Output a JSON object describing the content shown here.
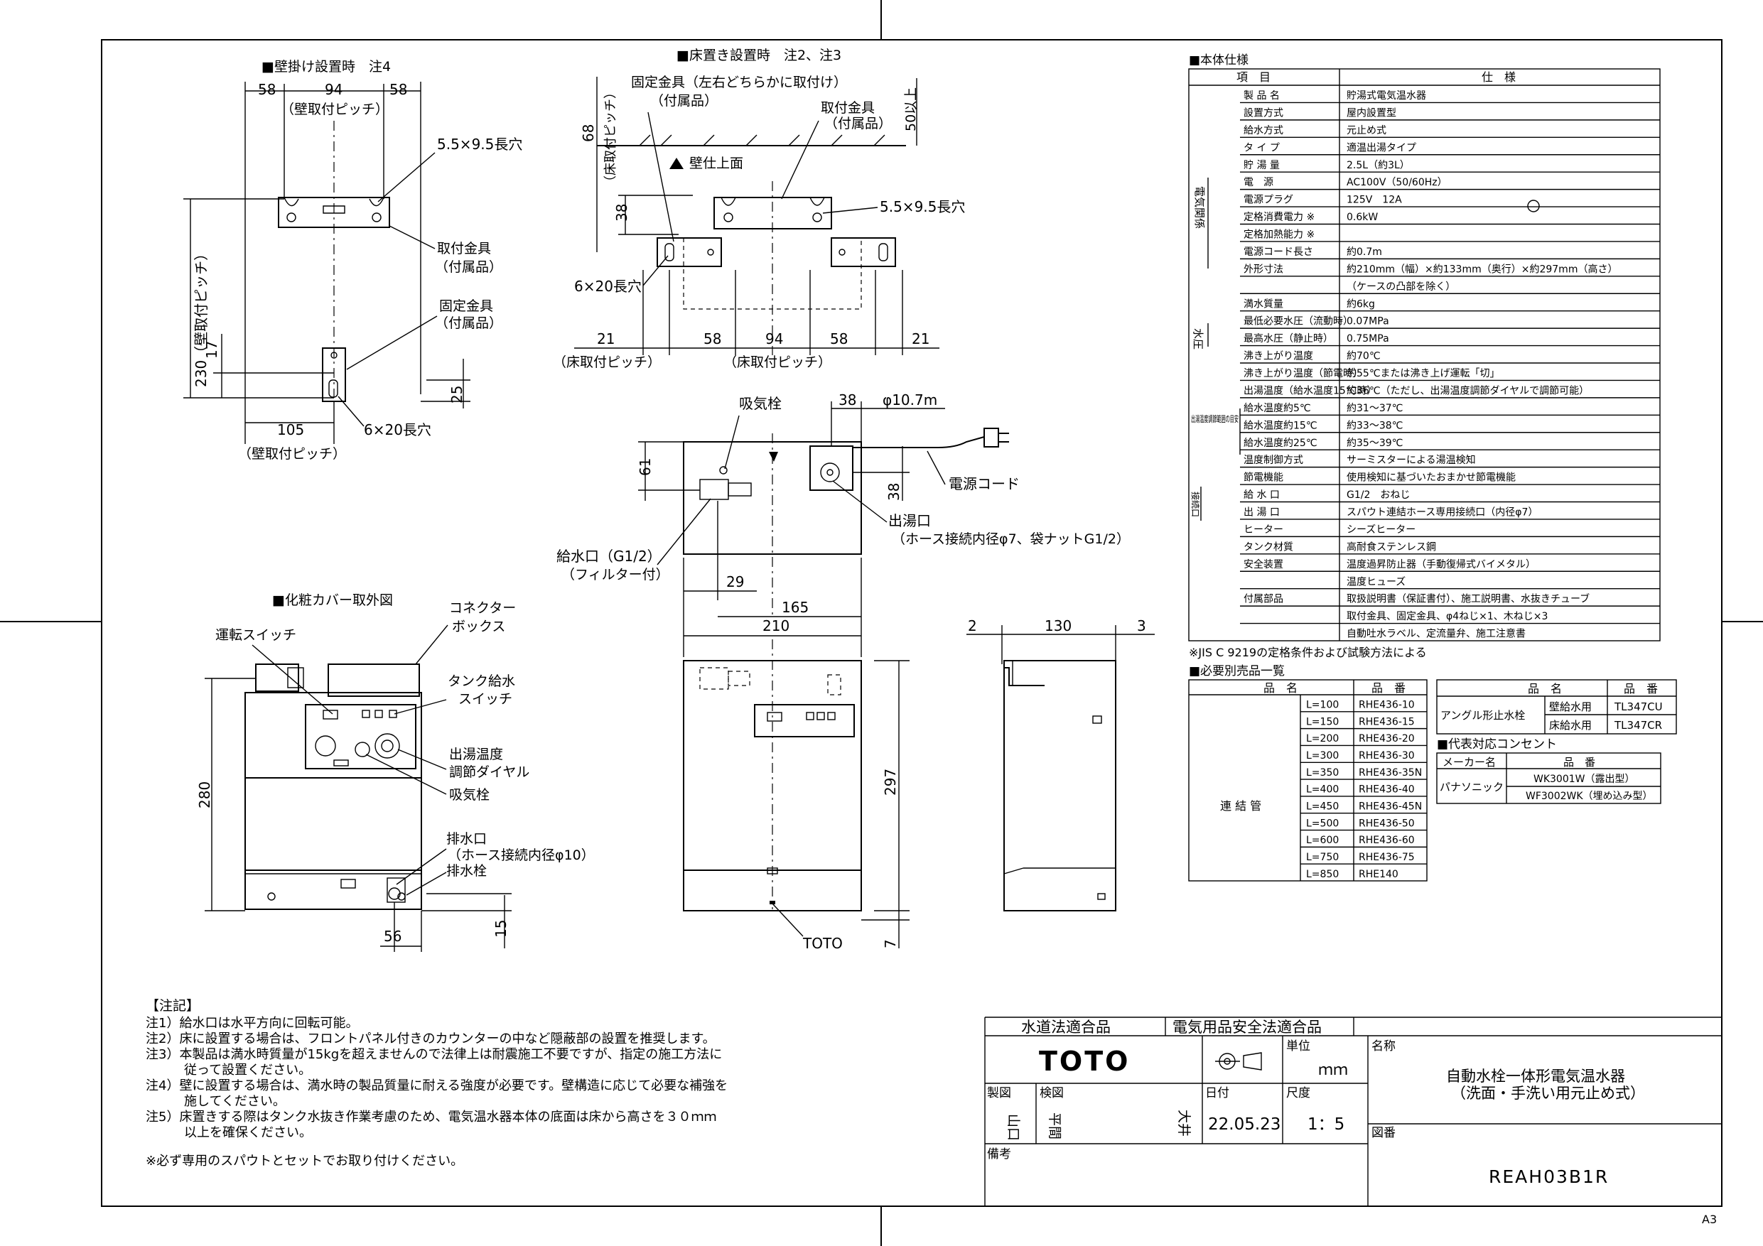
{
  "views": {
    "wall": {
      "title": "■壁掛け設置時　注4",
      "dim_58_left": "58",
      "dim_94": "94",
      "dim_58_right": "58",
      "pitch_top": "（壁取付ピッチ）",
      "slot_top": "5.5×9.5長穴",
      "bracket": "取付金具",
      "bracket_sub": "（付属品）",
      "fix_bracket": "固定金具",
      "fix_bracket_sub": "（付属品）",
      "dim_230": "230（壁取付ピッチ）",
      "dim_17": "17",
      "dim_25": "25",
      "dim_105": "105",
      "slot_bottom": "6×20長穴",
      "pitch_bottom": "（壁取付ピッチ）"
    },
    "floor": {
      "title": "■床置き設置時　注2、注3",
      "fix_bracket": "固定金具（左右どちらかに取付け）",
      "fix_bracket_sub": "（付属品）",
      "bracket": "取付金具",
      "bracket_sub": "（付属品）",
      "wall_surface": "壁仕上面",
      "dim_68": "68",
      "dim_68_sub": "（床取付ピッチ）",
      "dim_38": "38",
      "dim_50": "50以上",
      "slot_top": "5.5×9.5長穴",
      "slot_bottom": "6×20長穴",
      "dim_21_left": "21",
      "dim_58_left": "58",
      "dim_94": "94",
      "dim_58_right": "58",
      "dim_21_right": "21",
      "pitch_left": "（床取付ピッチ）",
      "pitch_center": "（床取付ピッチ）"
    },
    "top": {
      "air_valve": "吸気栓",
      "dim_38": "38",
      "cord_dia": "φ10.7m",
      "dim_61": "61",
      "dim_38_side": "38",
      "cord": "電源コード",
      "outlet": "出湯口",
      "outlet_sub": "（ホース接続内径φ7、袋ナットG1/2）",
      "inlet": "給水口（G1/2）",
      "inlet_sub": "（フィルター付）",
      "dim_29": "29",
      "dim_165": "165"
    },
    "front": {
      "dim_210": "210",
      "dim_297": "297",
      "dim_7": "7",
      "brand": "TOTO"
    },
    "side": {
      "dim_2": "2",
      "dim_130": "130",
      "dim_3": "3"
    },
    "cover": {
      "title": "■化粧カバー取外図",
      "connector": "コネクター",
      "connector_2": "ボックス",
      "run_switch": "運転スイッチ",
      "tank_switch": "タンク給水",
      "tank_switch_2": "スイッチ",
      "dial": "出湯温度",
      "dial_2": "調節ダイヤル",
      "air_valve": "吸気栓",
      "drain": "排水口",
      "drain_sub": "（ホース接続内径φ10）",
      "drain_valve": "排水栓",
      "dim_280": "280",
      "dim_56": "56",
      "dim_15": "15"
    }
  },
  "spec": {
    "title": "■本体仕様",
    "header": [
      "項　目",
      "仕　様"
    ],
    "rows": [
      [
        "製 品 名",
        "貯湯式電気温水器"
      ],
      [
        "設置方式",
        "屋内設置型"
      ],
      [
        "給水方式",
        "元止め式"
      ],
      [
        "タ イ プ",
        "適温出湯タイプ"
      ],
      [
        "貯 湯 量",
        "2.5L（約3L）"
      ],
      [
        "電　源",
        "AC100V（50/60Hz）"
      ],
      [
        "電源プラグ",
        "125V　12A"
      ],
      [
        "定格消費電力 ※",
        "0.6kW"
      ],
      [
        "定格加熱能力 ※",
        ""
      ],
      [
        "電源コード長さ",
        "約0.7m"
      ],
      [
        "外形寸法",
        "約210mm（幅）×約133mm（奥行）×約297mm（高さ）"
      ],
      [
        "",
        "（ケースの凸部を除く）"
      ],
      [
        "満水質量",
        "約6kg"
      ],
      [
        "最低必要水圧（流動時）",
        "0.07MPa"
      ],
      [
        "最高水圧（静止時）",
        "0.75MPa"
      ],
      [
        "沸き上がり温度",
        "約70℃"
      ],
      [
        "沸き上がり温度（節電時）",
        "約55℃または沸き上げ運転「切」"
      ],
      [
        "出湯温度（給水温度15℃時）",
        "約36℃（ただし、出湯温度調節ダイヤルで調節可能）"
      ],
      [
        "給水温度約5℃",
        "約31～37℃"
      ],
      [
        "給水温度約15℃",
        "約33～38℃"
      ],
      [
        "給水温度約25℃",
        "約35～39℃"
      ],
      [
        "温度制御方式",
        "サーミスターによる湯温検知"
      ],
      [
        "節電機能",
        "使用検知に基づいたおまかせ節電機能"
      ],
      [
        "給 水 口",
        "G1/2　おねじ"
      ],
      [
        "出 湯 口",
        "スパウト連結ホース専用接続口（内径φ7）"
      ],
      [
        "ヒーター",
        "シーズヒーター"
      ],
      [
        "タンク材質",
        "高耐食ステンレス鋼"
      ],
      [
        "安全装置",
        "温度過昇防止器（手動復帰式バイメタル）"
      ],
      [
        "",
        "温度ヒューズ"
      ],
      [
        "付属部品",
        "取扱説明書（保証書付）、施工説明書、水抜きチューブ"
      ],
      [
        "",
        "取付金具、固定金具、φ4ねじ×1、木ねじ×3"
      ],
      [
        "",
        "自動吐水ラベル、定流量弁、施工注意書"
      ]
    ],
    "group_elec": "電気関係",
    "group_water": "水圧",
    "group_range": "出湯温度調節範囲の目安",
    "group_conn": "接続口",
    "footnote": "※JIS C 9219の定格条件および試験方法による"
  },
  "parts": {
    "title": "■必要別売品一覧",
    "header": [
      "品　名",
      "品　番"
    ],
    "group": "連 結 管",
    "rows": [
      [
        "L=100",
        "RHE436-10"
      ],
      [
        "L=150",
        "RHE436-15"
      ],
      [
        "L=200",
        "RHE436-20"
      ],
      [
        "L=300",
        "RHE436-30"
      ],
      [
        "L=350",
        "RHE436-35N"
      ],
      [
        "L=400",
        "RHE436-40"
      ],
      [
        "L=450",
        "RHE436-45N"
      ],
      [
        "L=500",
        "RHE436-50"
      ],
      [
        "L=600",
        "RHE436-60"
      ],
      [
        "L=750",
        "RHE436-75"
      ],
      [
        "L=850",
        "RHE140"
      ]
    ]
  },
  "angle": {
    "header": [
      "品　名",
      "品　番"
    ],
    "name": "アングル形止水栓",
    "rows": [
      [
        "壁給水用",
        "TL347CU"
      ],
      [
        "床給水用",
        "TL347CR"
      ]
    ]
  },
  "outlet": {
    "title": "■代表対応コンセント",
    "header": [
      "メーカー名",
      "品　番"
    ],
    "maker": "パナソニック",
    "rows": [
      "WK3001W（露出型）",
      "WF3002WK（埋め込み型）"
    ]
  },
  "notes": {
    "title": "【注記】",
    "lines": [
      "注1）給水口は水平方向に回転可能。",
      "注2）床に設置する場合は、フロントパネル付きのカウンターの中など隠蔽部の設置を推奨します。",
      "注3）本製品は満水時質量が15kgを超えませんので法律上は耐震施工不要ですが、指定の施工方法に",
      "　　　従って設置ください。",
      "注4）壁に設置する場合は、満水時の製品質量に耐える強度が必要です。壁構造に応じて必要な補強を",
      "　　　施してください。",
      "注5）床置きする際はタンク水抜き作業考慮のため、電気温水器本体の底面は床から高さを３０ｍｍ",
      "　　　以上を確保ください。",
      "※必ず専用のスパウトとセットでお取り付けください。"
    ]
  },
  "title_block": {
    "cert1": "水道法適合品",
    "cert2": "電気用品安全法適合品",
    "brand": "TOTO",
    "unit_label": "単位",
    "unit": "ｍｍ",
    "name_label": "名称",
    "name_1": "自動水栓一体形電気温水器",
    "name_2": "（洗面・手洗い用元止め式）",
    "drawn_label": "製図",
    "drawn": "山口",
    "checked_label": "検図",
    "checked_1": "平間",
    "checked_2": "大井",
    "date_label": "日付",
    "date": "22.05.23",
    "scale_label": "尺度",
    "scale": "1：5",
    "dwg_label": "図番",
    "dwg": "REAH03B1R",
    "remarks_label": "備考",
    "sheet": "A3"
  }
}
